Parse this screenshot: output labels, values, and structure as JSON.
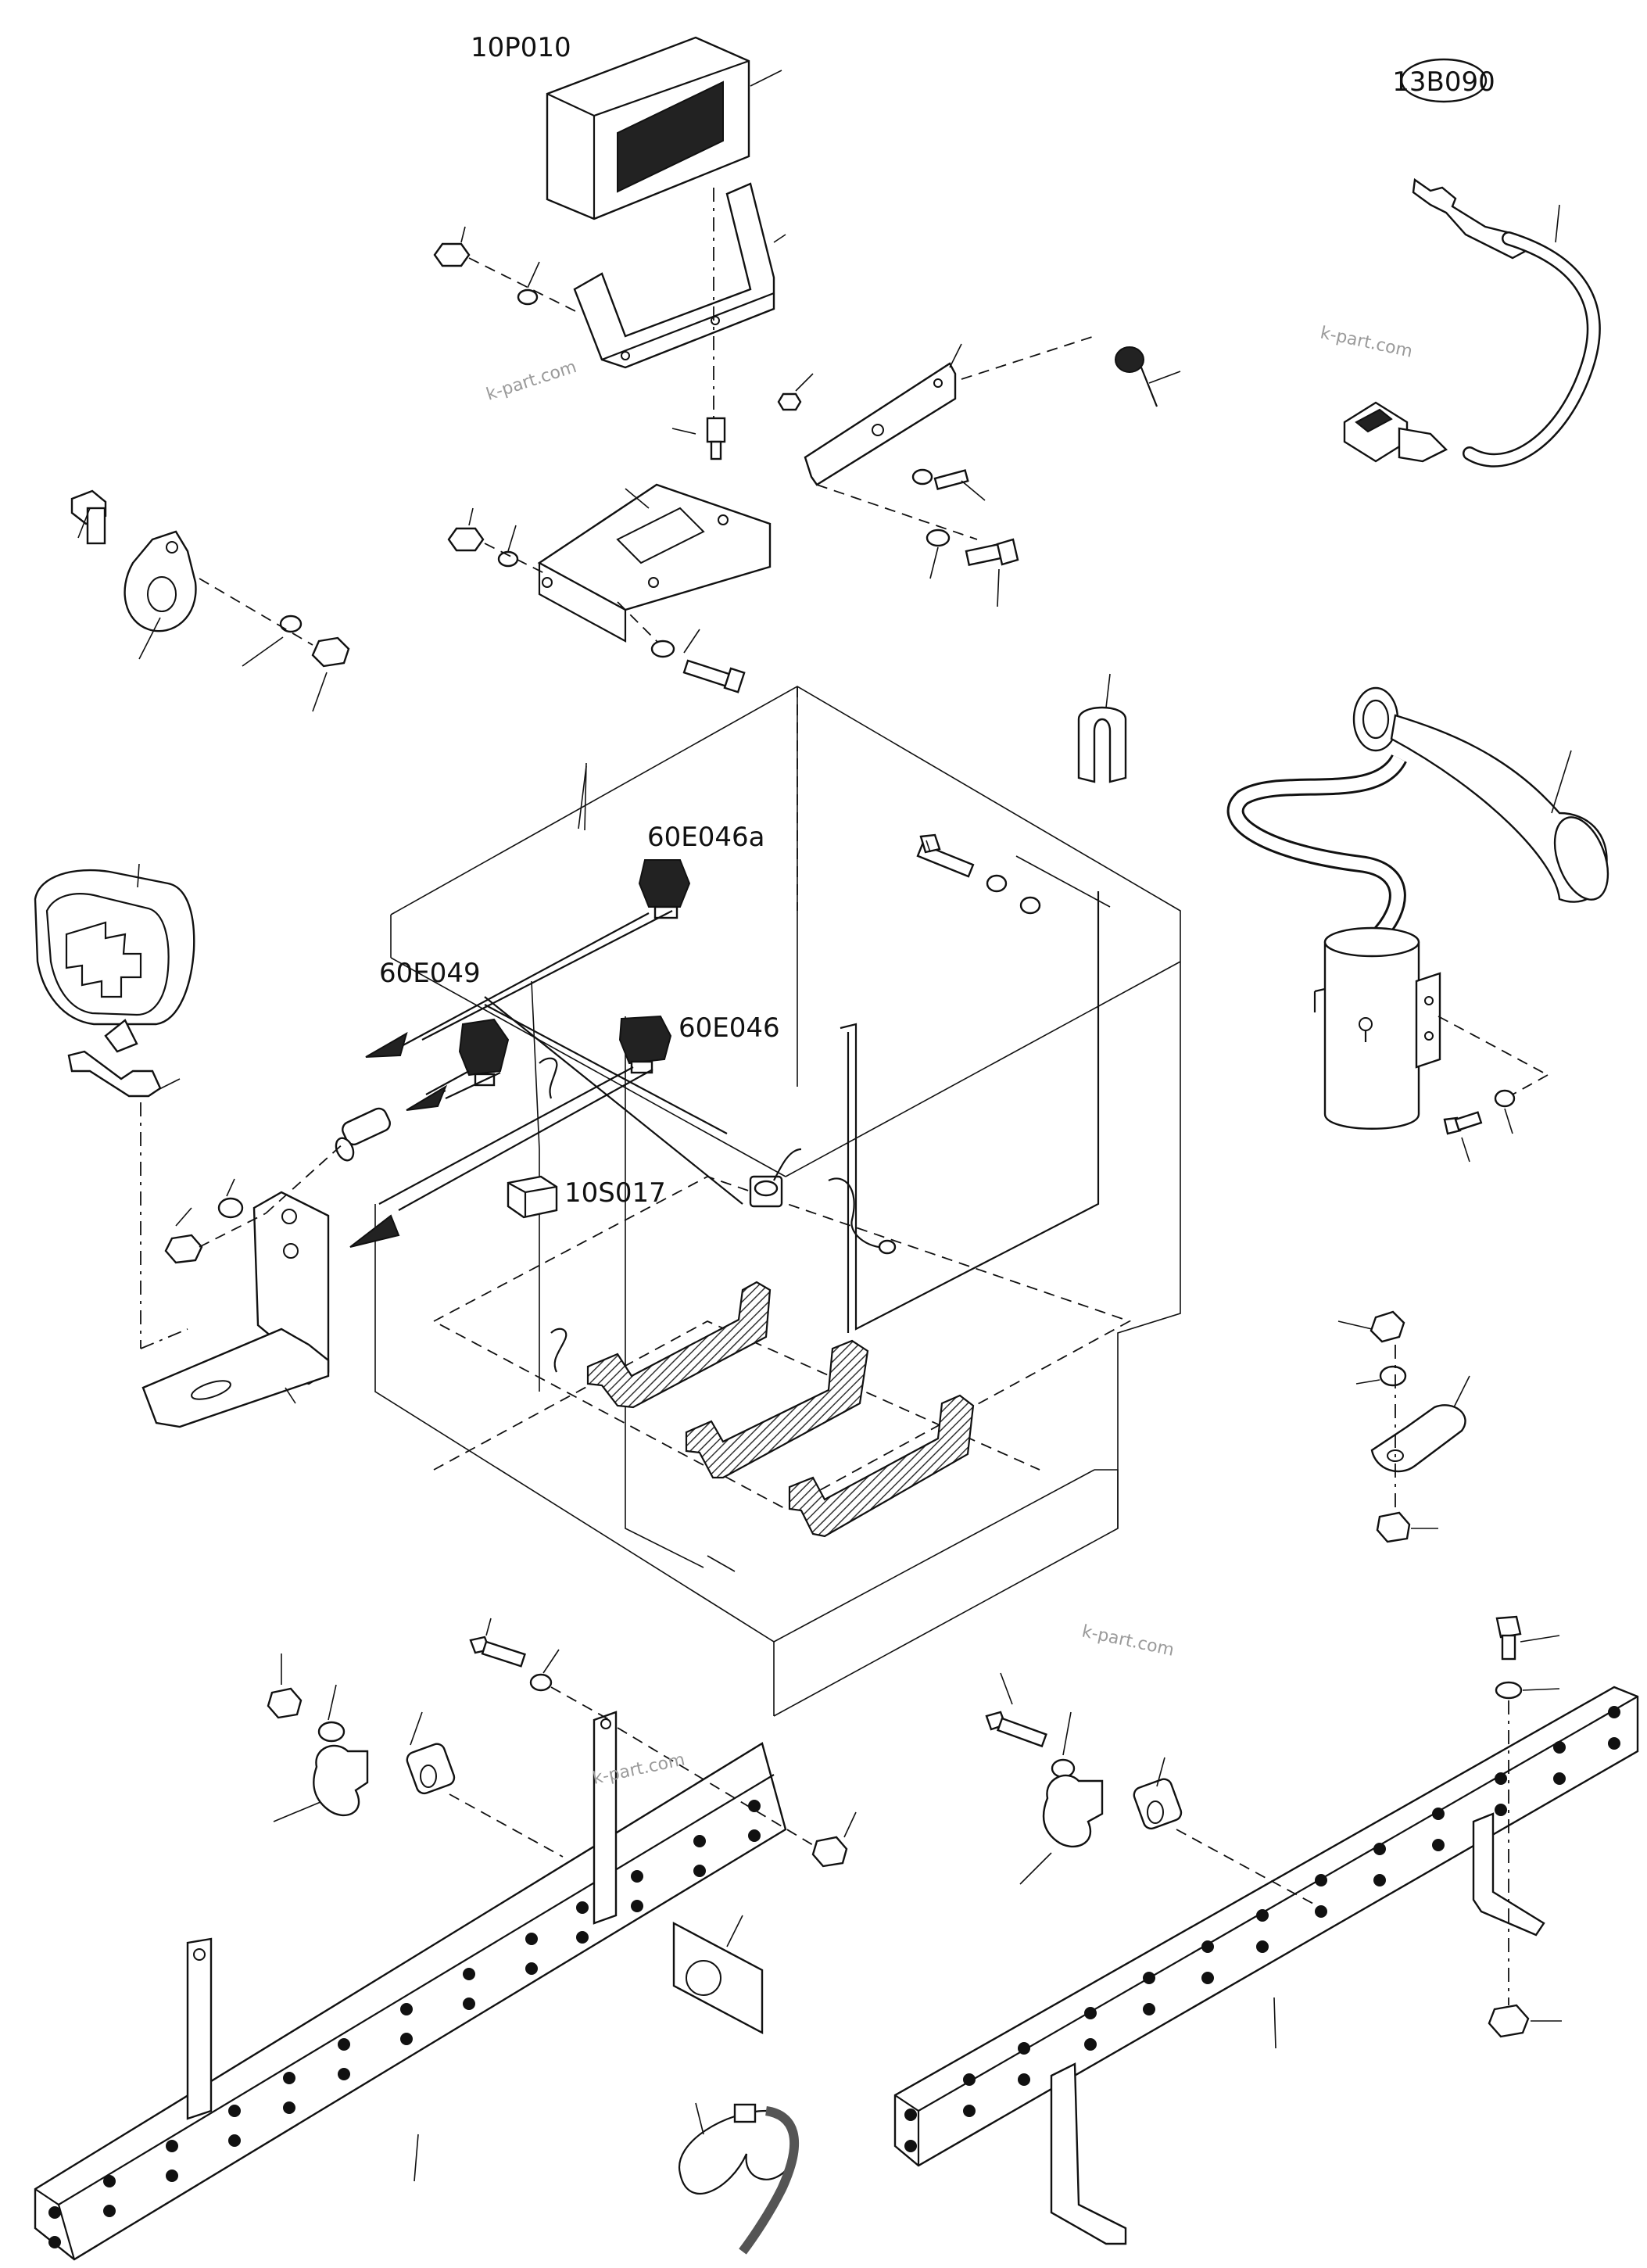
{
  "labels": {
    "sensor_box": "10P010",
    "sensor_harness": "13B090",
    "lamp_a": "60E046a",
    "lamp_49": "60E049",
    "lamp_46": "60E046",
    "switch": "10S017"
  },
  "watermarks": [
    "k-part.com",
    "k-part.com",
    "k-part.com",
    "k-part.com"
  ]
}
